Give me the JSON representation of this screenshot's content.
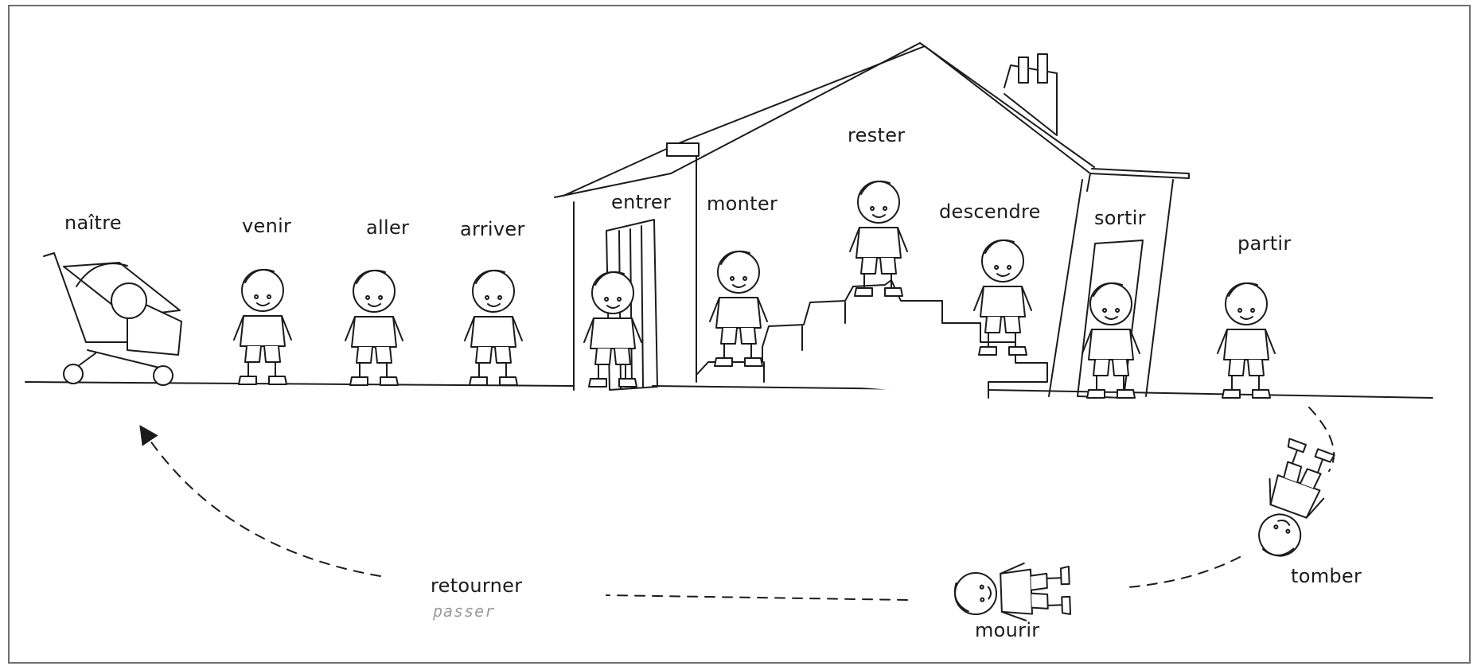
{
  "verbs": {
    "naitre": "naître",
    "venir": "venir",
    "aller": "aller",
    "arriver": "arriver",
    "entrer": "entrer",
    "monter": "monter",
    "rester": "rester",
    "descendre": "descendre",
    "sortir": "sortir",
    "partir": "partir",
    "tomber": "tomber",
    "mourir": "mourir",
    "retourner": "retourner"
  },
  "handwritten_note": "passer",
  "colors": {
    "ink": "#1b1b1b",
    "pencil": "#9a9a9a",
    "frame": "#6f6f6f"
  },
  "icons": [
    "stroller-icon",
    "house-icon",
    "staircase-icon",
    "door-icon",
    "chimney-icon",
    "child-figure-icon",
    "dashed-cycle-arrow"
  ]
}
